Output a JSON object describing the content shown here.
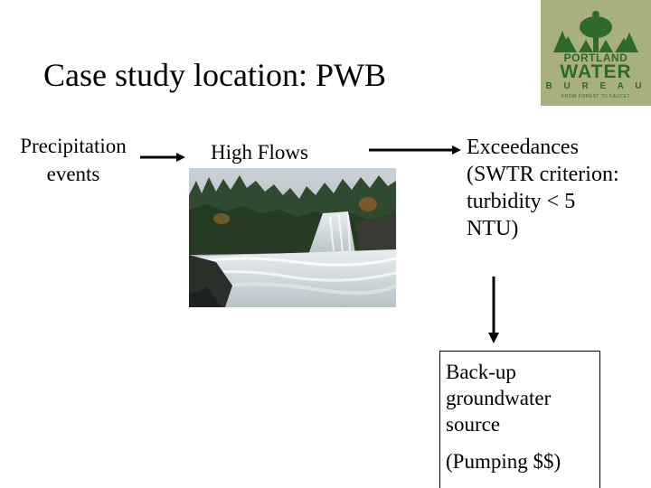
{
  "title": "Case study location: PWB",
  "nodes": {
    "precipitation": [
      "Precipitation",
      "events"
    ],
    "high_flows": "High Flows",
    "exceedances": [
      "Exceedances",
      "(SWTR criterion:",
      "turbidity < 5",
      "NTU)"
    ],
    "backup": [
      "Back-up",
      "groundwater",
      "source",
      "(Pumping $$)"
    ]
  },
  "logo": {
    "lines": [
      "PORTLAND",
      "WATER",
      "B U R E A U",
      "FROM FOREST TO FAUCET"
    ],
    "colors": {
      "background": "#a8b07e",
      "text": "#2e6a2c"
    }
  },
  "photo": {
    "subject": "waterfall-photo"
  }
}
